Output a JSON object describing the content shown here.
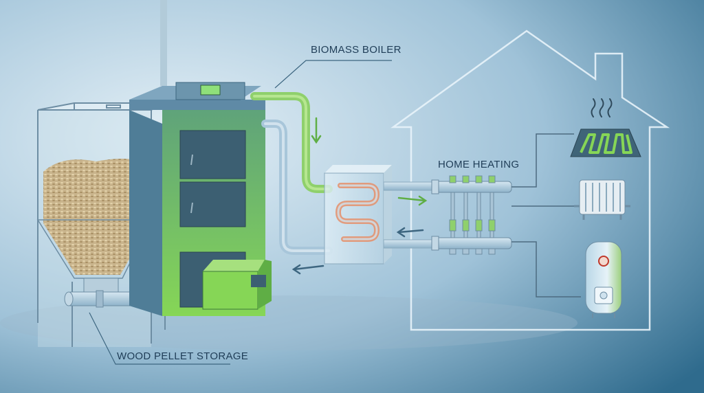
{
  "labels": {
    "biomass_boiler": "BIOMASS BOILER",
    "home_heating": "HOME HEATING",
    "wood_pellet_storage": "WOOD PELLET STORAGE"
  },
  "colors": {
    "background_light": "#d9e9f2",
    "background_dark": "#2f6b8d",
    "house_outline": "#e8f3fa",
    "boiler_green": "#6cc24a",
    "pipe_blue": "#a8c6da",
    "hot_pipe": "#8fd06c",
    "label_text": "#1f3d57"
  },
  "icons": [
    "underfloor-heating-icon",
    "radiator-icon",
    "water-tank-icon",
    "heat-exchanger-icon",
    "manifold-icon"
  ]
}
